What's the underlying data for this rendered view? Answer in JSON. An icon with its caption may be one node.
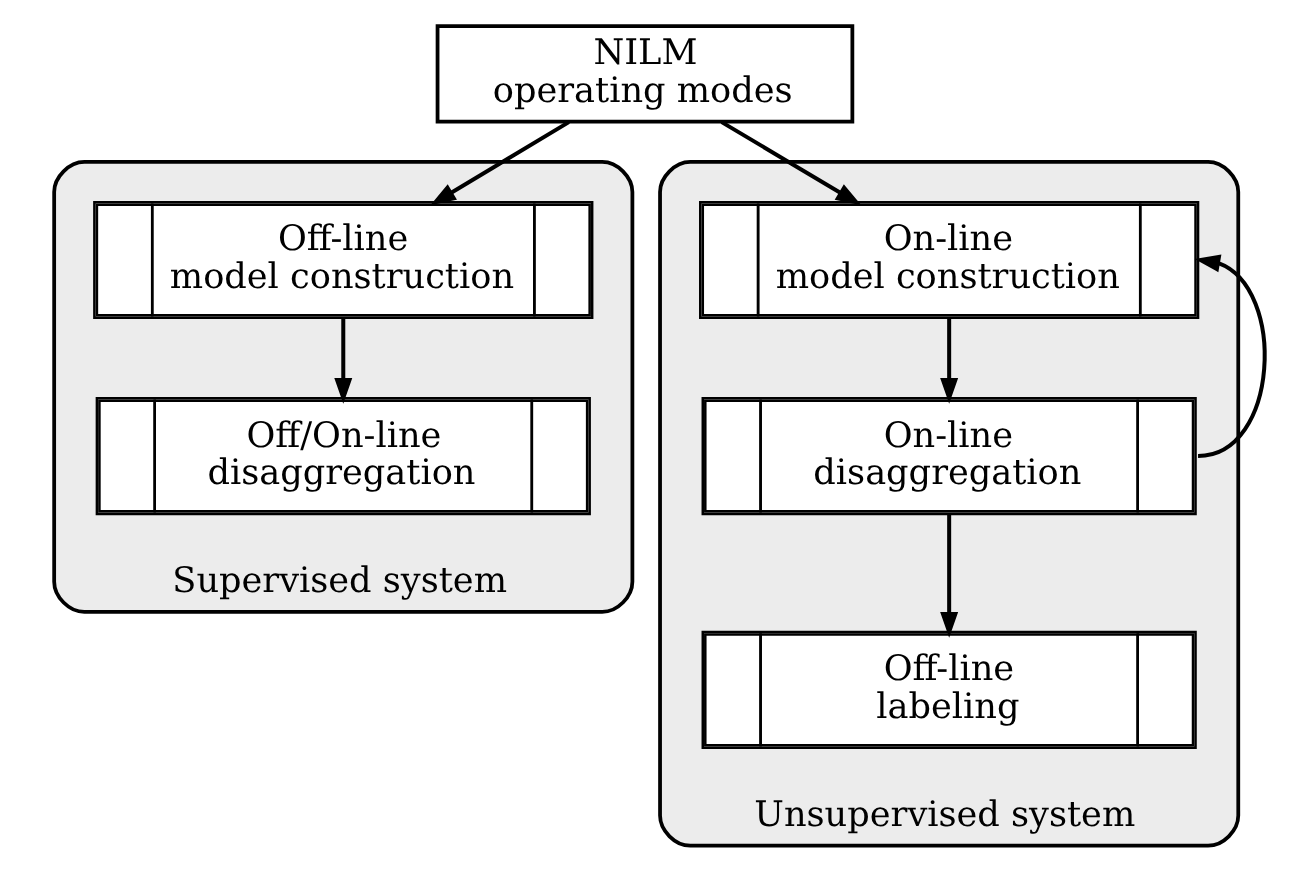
{
  "diagram": {
    "nodes": [
      {
        "text": [
          "NILM operating modes"
        ]
      },
      {
        "text": [
          "Supervised system"
        ]
      },
      {
        "text": [
          "Off-line model construction"
        ],
        "in": 1
      },
      {
        "text": [
          "Off/On-line disaggregation"
        ],
        "in": 1
      },
      {
        "text": [
          "Unsupervised system"
        ]
      },
      {
        "text": [
          "On-line model construction"
        ],
        "in": 4
      },
      {
        "text": [
          "On-line disaggregation"
        ],
        "in": 4
      },
      {
        "text": [
          "Off-line labeling"
        ],
        "in": 4
      }
    ],
    "edges": [
      {
        "from": 0,
        "to": 2,
        "arrow": "to"
      },
      {
        "from": 0,
        "to": 5,
        "arrow": "to"
      },
      {
        "from": 2,
        "to": 3,
        "arrow": "to"
      },
      {
        "from": 5,
        "to": 6,
        "arrow": "to"
      },
      {
        "from": 6,
        "to": 5,
        "arrow": "to"
      },
      {
        "from": 6,
        "to": 7,
        "arrow": "to"
      }
    ]
  }
}
